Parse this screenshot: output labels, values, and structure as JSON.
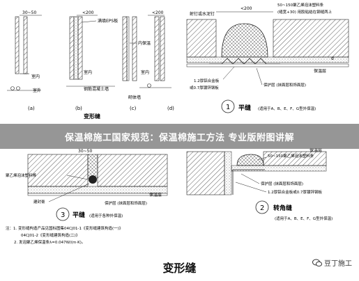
{
  "banner": "保温棉施工国家规范：保温棉施工方法 专业版附图讲解",
  "bottom_title": "变形缝",
  "watermark": "豆丁施工",
  "diagram": {
    "top_left": {
      "dims": [
        "30~50",
        "<200",
        "<200"
      ],
      "labels": {
        "eps": "满填EPS板",
        "inner_temp": "内保温",
        "room_a": "室内",
        "room_b": "室内",
        "room_c": "室内",
        "outside_a": "室外",
        "concrete_wall": "钢筋混凝土墙",
        "masonry": "砌体墙"
      },
      "sub": [
        "(a)",
        "(b)",
        "(c)",
        "(d)"
      ],
      "section_label": "变形缝"
    },
    "top_right": {
      "dim": "<200",
      "labels": {
        "nail": "射钉或水泥钉",
        "rod": "50~150聚乙烯泡沫塑料条",
        "rod2": "(缝宽+30) 用胶粘结在钢缝两上",
        "temp": "保温层",
        "sheet": "1.2厚铝合金板",
        "sheet2": "或0.7厚镀锌钢板",
        "protect": "保护层 (抹面层和饰面层)",
        "d": "d"
      },
      "num": "1",
      "title": "平缝",
      "note": "(适用于A、B、E、F、G型外保温)"
    },
    "bottom_left": {
      "dim": "30~50",
      "labels": {
        "rod": "聚乙烯泡沫塑料棒",
        "sealant": "建封膏",
        "protect": "保护层 (抹面层和饰面层)",
        "temp": "保温层"
      },
      "num": "3",
      "title": "平缝",
      "note": "(适用于各种外保温)",
      "notes": [
        "注：1. 变形缝构造产品见国标图集04CJ01-1《变形缝建筑构造(一)》",
        "04CJ01-2《变形缝建筑构造(二)》",
        "2. 发泡聚乙烯保温条λ=0.047W/(m·K)。"
      ]
    },
    "bottom_right": {
      "labels": {
        "temp": "保温层",
        "rod": "50~150聚乙烯泡沫塑料条",
        "protect": "保护层 (抹面层和饰面层)",
        "sheet": "1.2厚铝合金板或0.7厚镀锌钢板"
      },
      "num": "2",
      "title": "转角缝",
      "note": "(适用于A、B、E、F、G型外保温)"
    }
  }
}
